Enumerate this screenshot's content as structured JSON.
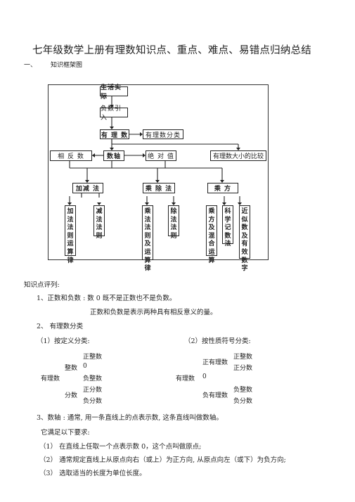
{
  "title": "七年级数学上册有理数知识点、重点、难点、易错点归纳总结",
  "section1": {
    "num": "一、",
    "label": "知识框架图"
  },
  "diagram": {
    "shenghuo": "生活实际",
    "fushu": "负数引入",
    "youlishu": "有 理 数",
    "fenlei": "有理数分类",
    "xiangfanshu": "相 反 数",
    "shuzhou": "数轴",
    "juedui": "绝 对 值",
    "bijiao": "有理数大小的比较",
    "jiajian": "加减 法",
    "chengchu": "乘 除 法",
    "chengfang": "乘 方",
    "v1": [
      "加",
      "法",
      "法",
      "则",
      "运",
      "算",
      "律"
    ],
    "v2": [
      "减",
      "法",
      "法",
      "则"
    ],
    "v3": [
      "乘",
      "法",
      "法",
      "则",
      "及",
      "运",
      "算",
      "律"
    ],
    "v4": [
      "除",
      "法",
      "法",
      "则"
    ],
    "v5": [
      "乘",
      "方",
      "及",
      "混",
      "合",
      "运",
      "算"
    ],
    "v6": [
      "科",
      "学",
      "记",
      "数",
      "法"
    ],
    "v7": [
      "近",
      "似",
      "数",
      "及",
      "有",
      "效",
      "数",
      "字"
    ]
  },
  "review": {
    "heading": "知识点评列:",
    "p1": "1、正数和负数 : 数 0 既不是正数也不是负数。",
    "p1b": "正数和负数是表示两种具有相反意义的量。",
    "p2": "2、  有理数分类",
    "c1": "（1）按定义分类:",
    "c2": "（2）按性质符号分类:",
    "def": {
      "zhengzhengshu": "正整数",
      "zhengshu": "整数",
      "zero": "0",
      "youlishu": "有理数",
      "fuzhengshu": "负整数",
      "fenshu": "分数",
      "zhengfenshu": "正分数",
      "fufenshu": "负分数"
    },
    "sign": {
      "zhengyoulishu": "正有理数",
      "zhengzhengshu": "正整数",
      "zhengfenshu": "正分数",
      "youlishu": "有理数",
      "zero": "0",
      "fuyoulishu": "负有理数",
      "fuzhengshu": "负整数",
      "fufenshu": "负分数"
    },
    "p3": "3、数轴 : 通常, 用一条直线上的点表示数, 这条直线叫做数轴。",
    "req": "它满足以下要求:",
    "r1": "（1）   在直线上任取一个点表示数    0，这个点叫做原点;",
    "r2": "（2）   通常规定直线上从原点向右（或上）为正方向, 从原点向左（或下）为负方向;",
    "r3": "（3）   选取适当的长度为单位长度。"
  }
}
